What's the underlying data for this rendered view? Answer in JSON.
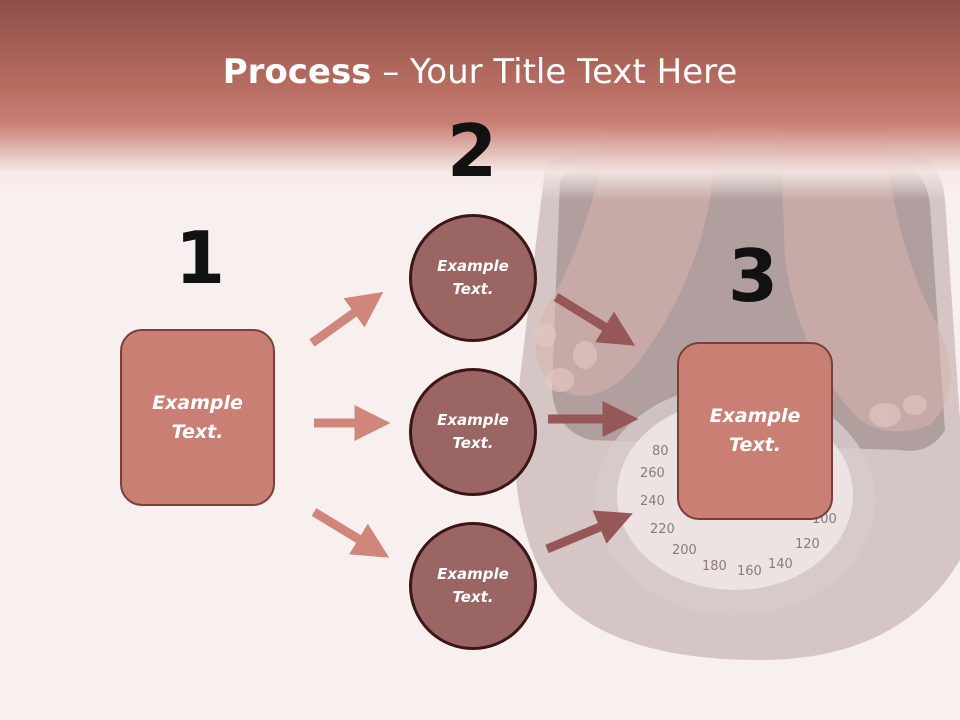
{
  "title": {
    "bold": "Process",
    "rest": " – Your Title Text Here"
  },
  "steps": {
    "one": "1",
    "two": "2",
    "three": "3"
  },
  "left_box": {
    "text": "Example\nText."
  },
  "circles": [
    {
      "text": "Example\nText."
    },
    {
      "text": "Example\nText."
    },
    {
      "text": "Example\nText."
    }
  ],
  "right_box": {
    "text": "Example\nText."
  },
  "scale_numbers": [
    "80",
    "260",
    "240",
    "220",
    "200",
    "180",
    "160",
    "140",
    "120",
    "100"
  ],
  "colors": {
    "title_band": "#b96e63",
    "box_fill": "#c97f74",
    "circle_fill": "#9a6563",
    "arrow_light": "#d0867b",
    "arrow_dark": "#955856"
  }
}
